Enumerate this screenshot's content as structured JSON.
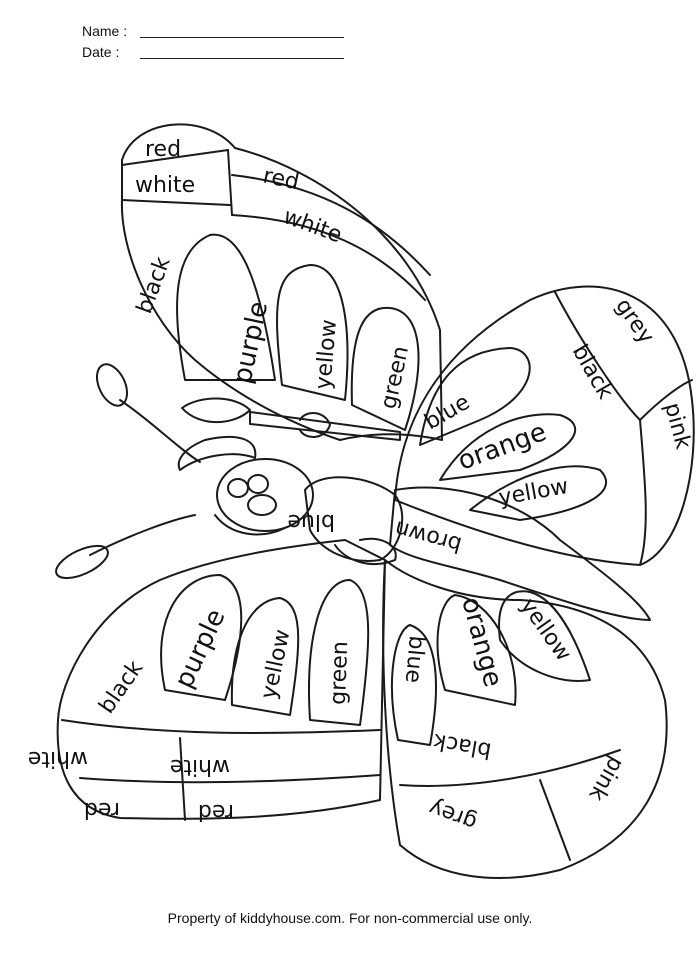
{
  "header": {
    "name_label": "Name :",
    "date_label": "Date   :"
  },
  "upper_left_wing": {
    "outer_left": [
      "red",
      "white"
    ],
    "outer_right": [
      "red",
      "white"
    ],
    "band": "black",
    "petals": [
      "purple",
      "yellow",
      "green"
    ]
  },
  "upper_right_wing": {
    "petals": [
      "blue",
      "orange",
      "yellow"
    ],
    "band": "black",
    "outer": [
      "grey",
      "pink"
    ]
  },
  "lower_left_wing": {
    "band": "black",
    "petals": [
      "purple",
      "yellow",
      "green"
    ],
    "outer_left": [
      "white",
      "red"
    ],
    "outer_right": [
      "white",
      "red"
    ]
  },
  "lower_right_wing": {
    "petals": [
      "blue",
      "orange",
      "yellow"
    ],
    "band": "black",
    "outer": [
      "grey",
      "pink"
    ]
  },
  "body": {
    "thorax": "blue",
    "abdomen": "brown"
  },
  "footer": "Property of kiddyhouse.com.  For non-commercial use only."
}
